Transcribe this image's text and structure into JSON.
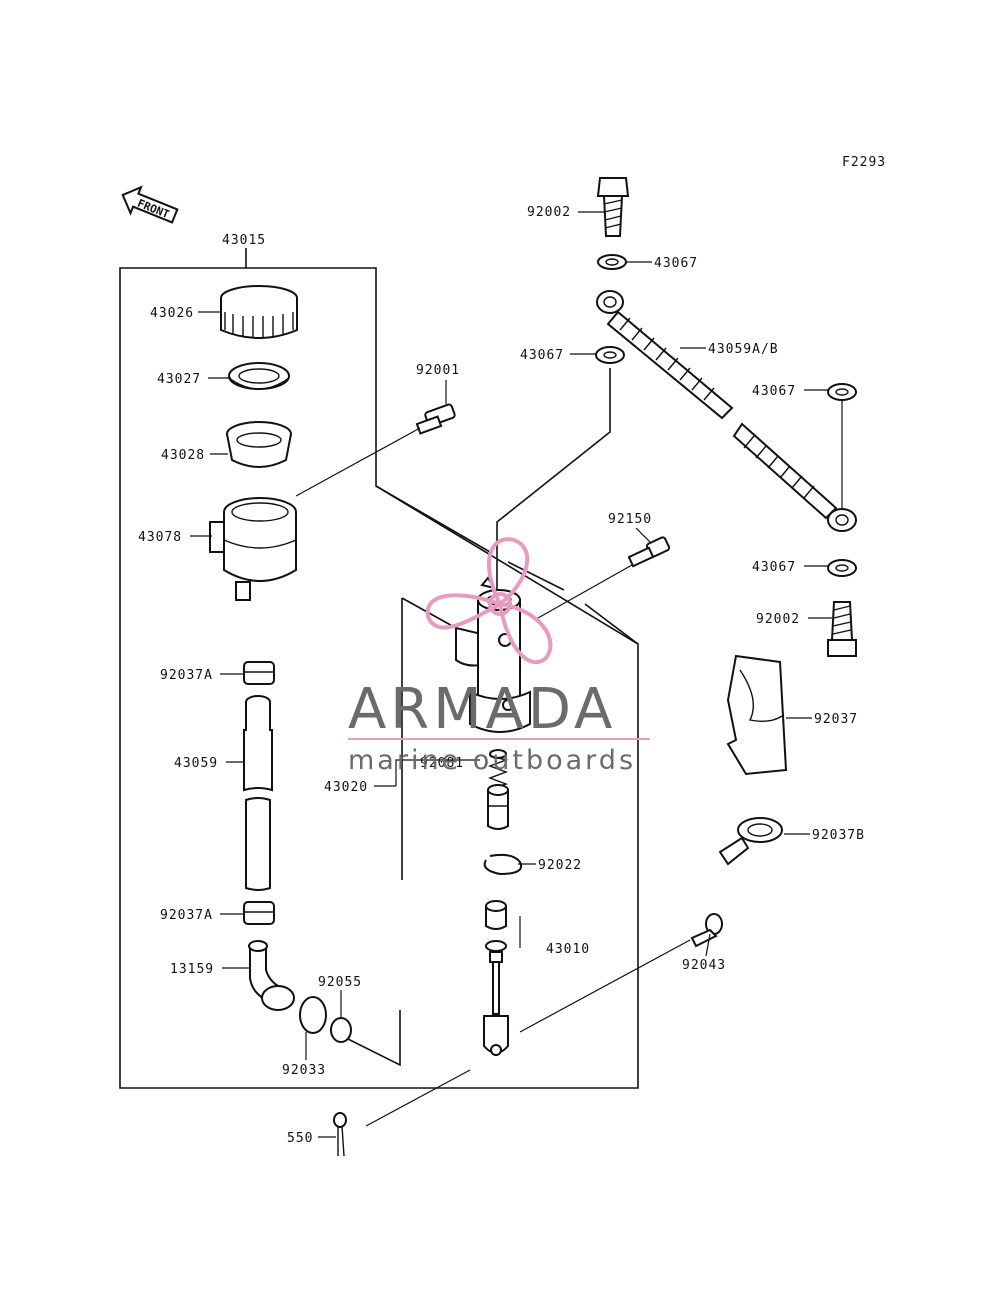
{
  "figure_code": "F2293",
  "front_label": "FRONT",
  "watermark": {
    "brand": "ARMADA",
    "tagline": "marine outboards",
    "color": "#e79bc0"
  },
  "parts": [
    {
      "id": "p43015",
      "text": "43015"
    },
    {
      "id": "p43026",
      "text": "43026"
    },
    {
      "id": "p43027",
      "text": "43027"
    },
    {
      "id": "p43028",
      "text": "43028"
    },
    {
      "id": "p43078",
      "text": "43078"
    },
    {
      "id": "p92037a1",
      "text": "92037A"
    },
    {
      "id": "p43059",
      "text": "43059"
    },
    {
      "id": "p92037a2",
      "text": "92037A"
    },
    {
      "id": "p13159",
      "text": "13159"
    },
    {
      "id": "p92055",
      "text": "92055"
    },
    {
      "id": "p92033",
      "text": "92033"
    },
    {
      "id": "p92001",
      "text": "92001"
    },
    {
      "id": "p92002a",
      "text": "92002"
    },
    {
      "id": "p43067a",
      "text": "43067"
    },
    {
      "id": "p43067b",
      "text": "43067"
    },
    {
      "id": "p43059ab",
      "text": "43059A/B"
    },
    {
      "id": "p43067c",
      "text": "43067"
    },
    {
      "id": "p92150",
      "text": "92150"
    },
    {
      "id": "p43067d",
      "text": "43067"
    },
    {
      "id": "p92002b",
      "text": "92002"
    },
    {
      "id": "p92037",
      "text": "92037"
    },
    {
      "id": "p92081",
      "text": "92081"
    },
    {
      "id": "p43020",
      "text": "43020"
    },
    {
      "id": "p92022",
      "text": "92022"
    },
    {
      "id": "p92037b",
      "text": "92037B"
    },
    {
      "id": "p43010",
      "text": "43010"
    },
    {
      "id": "p92043",
      "text": "92043"
    },
    {
      "id": "p550",
      "text": "550"
    }
  ]
}
